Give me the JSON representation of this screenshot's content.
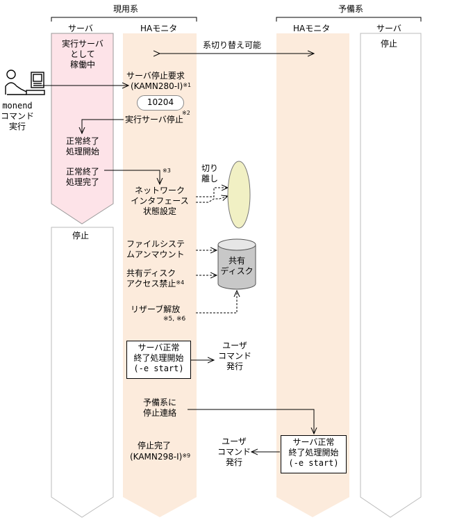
{
  "groups": {
    "active": "現用系",
    "standby": "予備系"
  },
  "columns": {
    "server_active": "サーバ",
    "ha_active": "HAモニタ",
    "ha_standby": "HAモニタ",
    "server_standby": "サーバ"
  },
  "server_active": {
    "running": [
      "実行サーバ",
      "として",
      "稼働中"
    ],
    "shutdown_start": [
      "正常終了",
      "処理開始"
    ],
    "shutdown_done": [
      "正常終了",
      "処理完了"
    ],
    "stopped": "停止"
  },
  "server_standby": {
    "stopped": "停止"
  },
  "switchable": "系切り替え可能",
  "user": {
    "cmd": "monend",
    "lines": [
      "コマンド",
      "実行"
    ]
  },
  "ha_active": {
    "stop_request": "サーバ停止要求",
    "stop_request_code": "(KAMN280-I)",
    "stop_request_note": "※1",
    "code_value": "10204",
    "stop_exec_server": "実行サーバ停止",
    "stop_exec_note": "※2",
    "note3": "※3",
    "nw_setting": [
      "ネットワーク",
      "インタフェース",
      "状態設定"
    ],
    "fs_unmount": [
      "ファイルシステ",
      "ムアンマウント"
    ],
    "disk_ban": [
      "共有ディスク",
      "アクセス禁止"
    ],
    "disk_ban_note": "※4",
    "reserve_release": "リザーブ解放",
    "reserve_notes": "※5, ※6",
    "user_cmd_box": [
      "サーバ正常",
      "終了処理開始",
      "(-e start)"
    ],
    "notify": [
      "予備系に",
      "停止連絡"
    ],
    "stop_done": "停止完了",
    "stop_done_code": "(KAMN298-I)",
    "stop_done_note": "※9"
  },
  "ha_standby": {
    "user_cmd_box": [
      "サーバ正常",
      "終了処理開始",
      "(-e start)"
    ]
  },
  "network": {
    "label": [
      "切り",
      "離し"
    ]
  },
  "disk": {
    "label": [
      "共有",
      "ディスク"
    ]
  },
  "user_cmd_issue_1": [
    "ユーザ",
    "コマンド",
    "発行"
  ],
  "user_cmd_issue_2": [
    "ユーザ",
    "コマンド",
    "発行"
  ]
}
